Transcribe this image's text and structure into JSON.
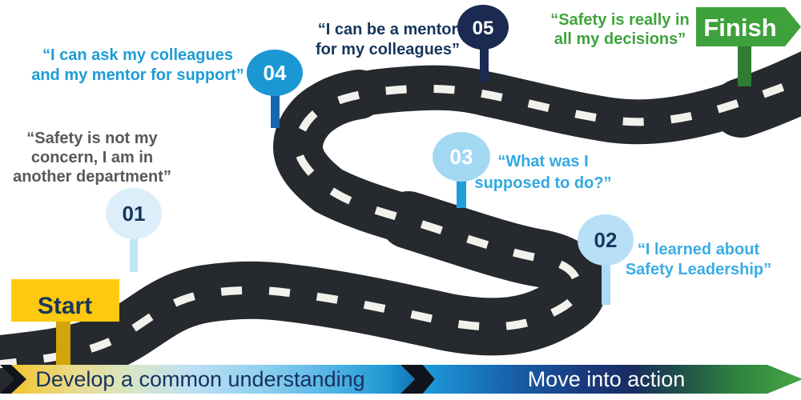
{
  "road": {
    "color": "#26292E",
    "dash_color": "#F2F1EC"
  },
  "start_sign": {
    "label": "Start",
    "sign_color": "#FFC90F",
    "post_color": "#D2A50B",
    "label_color": "#16365C"
  },
  "finish_sign": {
    "label": "Finish",
    "sign_color": "#3EA13C",
    "post_color": "#2E7D33",
    "label_color": "#FFFFFF",
    "quote": "“Safety is really in all my decisions”",
    "quote_lines": [
      "“Safety is really in",
      "all my decisions”"
    ],
    "quote_color": "#3FA33C"
  },
  "milestones": [
    {
      "number": "01",
      "quote": "“Safety is not my concern, I am in another department”",
      "quote_lines": [
        "“Safety is not my",
        "concern, I am in",
        "another department”"
      ],
      "quote_color": "#58585A",
      "circle_color": "#DCEEFA",
      "number_color": "#16365C",
      "stem_color": "#C2E3F7"
    },
    {
      "number": "02",
      "quote": "“I learned about Safety Leadership”",
      "quote_lines": [
        "“I learned about",
        "Safety Leadership”"
      ],
      "quote_color": "#3BACE4",
      "circle_color": "#B7E0F6",
      "number_color": "#16365C",
      "stem_color": "#A9DBF5"
    },
    {
      "number": "03",
      "quote": "“What was I supposed to do?”",
      "quote_lines": [
        "“What was I",
        "supposed to do?”"
      ],
      "quote_color": "#31A9E2",
      "circle_color": "#A3D8F3",
      "number_color": "#FFFFFF",
      "stem_color": "#1E9FD9"
    },
    {
      "number": "04",
      "quote": "“I can ask my colleagues and my mentor for support”",
      "quote_lines": [
        "“I can ask my colleagues",
        "and my mentor for support”"
      ],
      "quote_color": "#1E9CD6",
      "circle_color": "#1B97D4",
      "number_color": "#FFFFFF",
      "stem_color": "#1568B0"
    },
    {
      "number": "05",
      "quote": "“I can be a mentor for my colleagues”",
      "quote_lines": [
        "“I can be a mentor",
        "for my colleagues”"
      ],
      "quote_color": "#16365C",
      "circle_color": "#1A2A50",
      "number_color": "#FFFFFF",
      "stem_color": "#1A2A50"
    }
  ],
  "phases": [
    {
      "label": "Develop a common understanding",
      "label_color": "#17315F",
      "gradient": [
        "#F2C52E",
        "#D8E6C8",
        "#BCE0F3",
        "#1F97D3",
        "#1173B5"
      ]
    },
    {
      "label": "Move into action",
      "label_color": "#FFFFFF",
      "gradient": [
        "#1E9CD9",
        "#1A3A7E",
        "#182C60",
        "#2F8140",
        "#45A943"
      ]
    }
  ]
}
